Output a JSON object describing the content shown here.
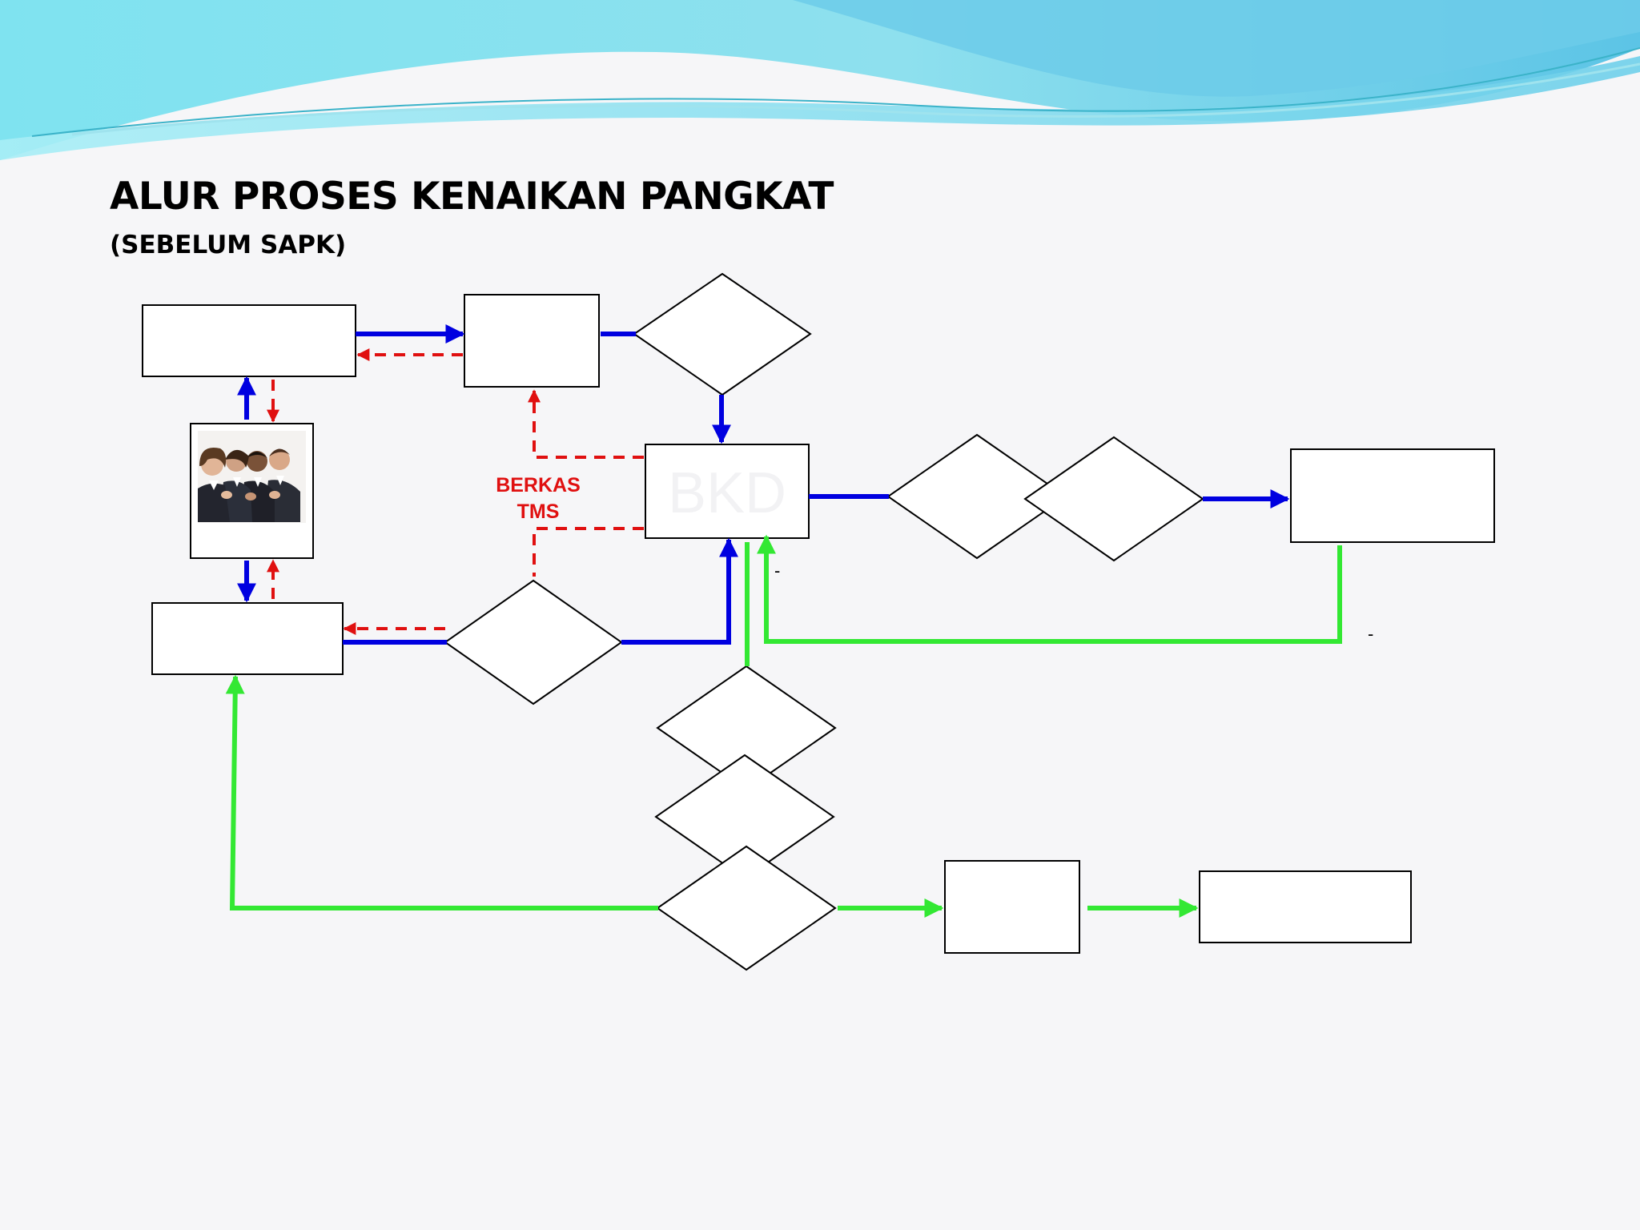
{
  "slide": {
    "title": "ALUR PROSES KENAIKAN PANGKAT",
    "subtitle": "(SEBELUM SAPK)"
  },
  "diagram": {
    "boxes": {
      "bkd_center": "BKD"
    },
    "labels": {
      "berkas_tms_line1": "BERKAS",
      "berkas_tms_line2": "TMS",
      "dash_1": "-",
      "dash_2": "-"
    }
  },
  "colors": {
    "flow_primary": "#0000e0",
    "flow_rejected": "#e01010",
    "flow_return": "#33e833",
    "label_red": "#e01010",
    "wave_light": "#8ee6f0",
    "wave_dark": "#5cc8e8"
  },
  "icons": {
    "photo": "business-people-applauding-photo"
  }
}
